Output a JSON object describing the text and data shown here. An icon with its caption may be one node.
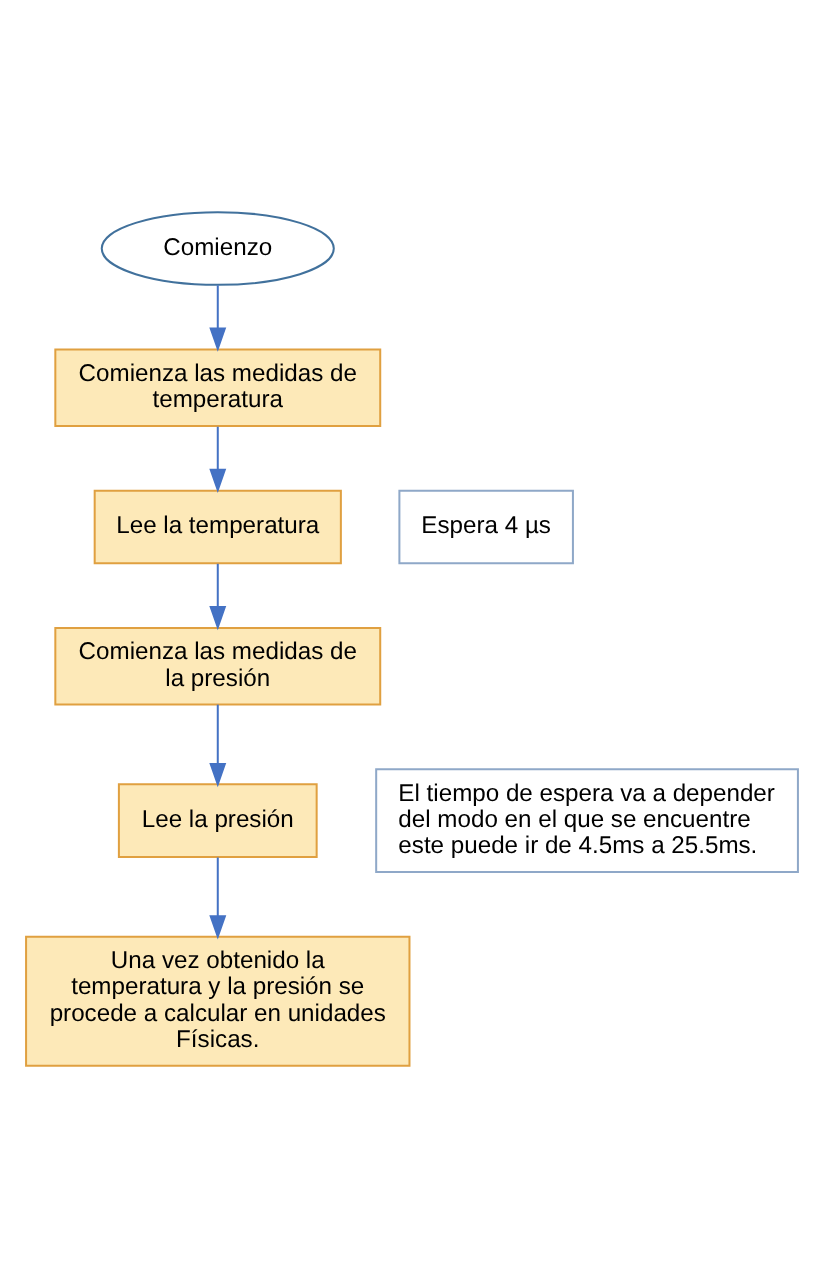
{
  "diagram": {
    "nodes": [
      {
        "text": [
          "Comienzo"
        ]
      },
      {
        "text": [
          "Comienza las medidas de temperatura"
        ]
      },
      {
        "text": [
          "Espera 4 µs"
        ]
      },
      {
        "text": [
          "Lee la temperatura"
        ]
      },
      {
        "text": [
          "Comienza las medidas de la presión"
        ]
      },
      {
        "text": [
          "El tiempo de espera va a depender del modo en el que se encuentre este puede ir de 4.5ms a 25.5ms."
        ]
      },
      {
        "text": [
          "Lee la presión"
        ]
      },
      {
        "text": [
          "Una vez obtenido la temperatura y la presión se procede a calcular en unidades Físicas."
        ]
      }
    ],
    "edges": [
      {
        "from": 0,
        "to": 1,
        "arrow": "to"
      },
      {
        "from": 1,
        "to": 3,
        "arrow": "to"
      },
      {
        "from": 3,
        "to": 4,
        "arrow": "to"
      },
      {
        "from": 4,
        "to": 6,
        "arrow": "to"
      },
      {
        "from": 6,
        "to": 7,
        "arrow": "to"
      }
    ]
  }
}
